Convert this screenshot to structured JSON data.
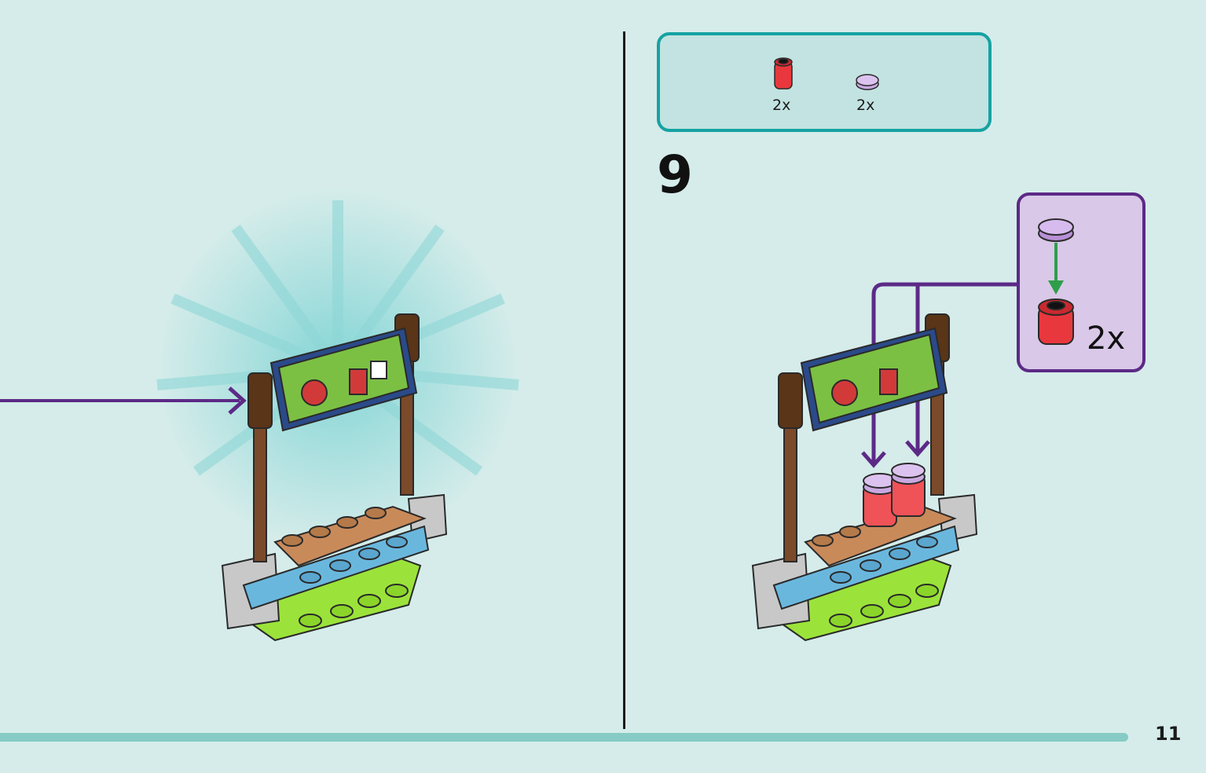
{
  "page": {
    "number": "11"
  },
  "parts_list": {
    "items": [
      {
        "part": "round-brick-trans-red",
        "quantity": "2x",
        "color": "#e8383d"
      },
      {
        "part": "round-tile-lavender",
        "quantity": "2x",
        "color": "#c9a9e0"
      }
    ]
  },
  "step": {
    "number": "9",
    "sub_assembly": {
      "quantity": "2x"
    }
  },
  "colors": {
    "background": "#d5ecea",
    "accent_teal": "#16a2a2",
    "accent_purple": "#5c2a86",
    "arrow_green": "#2e9e4a"
  }
}
